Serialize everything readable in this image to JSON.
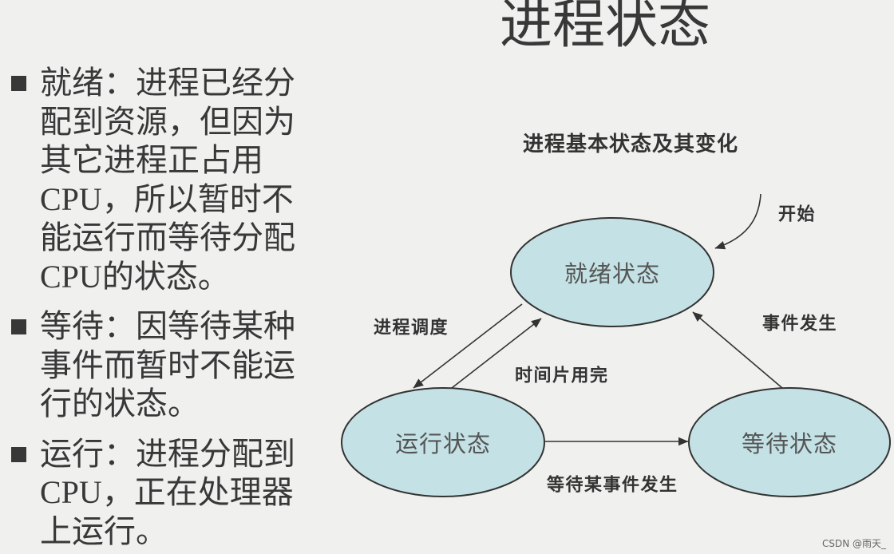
{
  "slide": {
    "title": "进程状态",
    "bullets": [
      {
        "lines": [
          "就绪：进程已经分",
          "配到资源，但因为",
          "其它进程正占用",
          "CPU，所以暂时不",
          "能运行而等待分配",
          "CPU的状态。"
        ]
      },
      {
        "lines": [
          "等待：因等待某种",
          "事件而暂时不能运",
          "行的状态。"
        ]
      },
      {
        "lines": [
          "运行：进程分配到",
          "CPU，正在处理器",
          "上运行。"
        ]
      }
    ]
  },
  "diagram": {
    "caption": "进程基本状态及其变化",
    "start_label": "开始",
    "initial_state": 0,
    "states": [
      {
        "label": "就绪状态"
      },
      {
        "label": "运行状态"
      },
      {
        "label": "等待状态"
      }
    ],
    "transitions": [
      {
        "from": 0,
        "to": 1,
        "label": "进程调度"
      },
      {
        "from": 1,
        "to": 0,
        "label": "时间片用完"
      },
      {
        "from": 2,
        "to": 0,
        "label": "事件发生"
      },
      {
        "from": 1,
        "to": 2,
        "label": "等待某事件发生"
      }
    ]
  },
  "watermark": "CSDN @雨天_",
  "colors": {
    "background": "#f0f0ee",
    "text": "#383838",
    "state_fill": "#c4e2e5",
    "state_stroke": "#333333",
    "state_label": "#555555"
  }
}
